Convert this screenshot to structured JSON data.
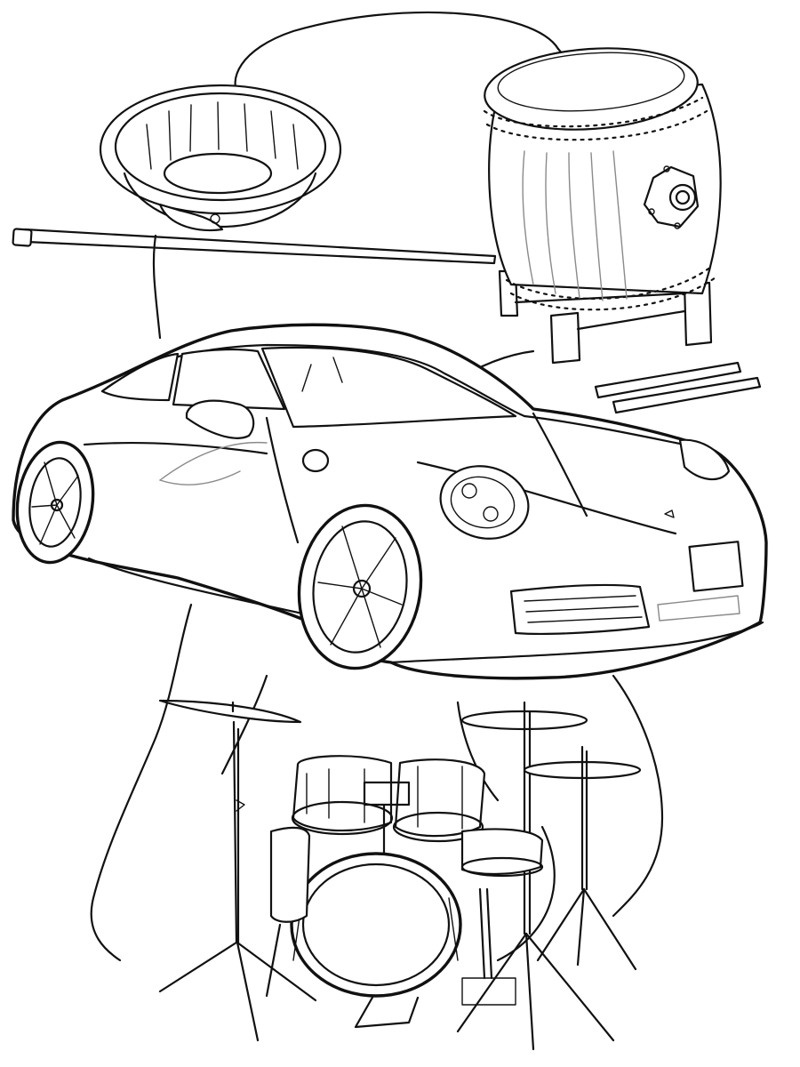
{
  "scene": {
    "description_kind": "line-art coloring page",
    "background_color": "#ffffff",
    "line_color": "#111111",
    "accent_line_color": "#8a8a8a",
    "objects": [
      {
        "name": "figure-silhouette-outline"
      },
      {
        "name": "metal-bowl"
      },
      {
        "name": "drum-mallet"
      },
      {
        "name": "taiko-drum"
      },
      {
        "name": "drumsticks"
      },
      {
        "name": "sports-car"
      },
      {
        "name": "drum-kit"
      }
    ]
  }
}
